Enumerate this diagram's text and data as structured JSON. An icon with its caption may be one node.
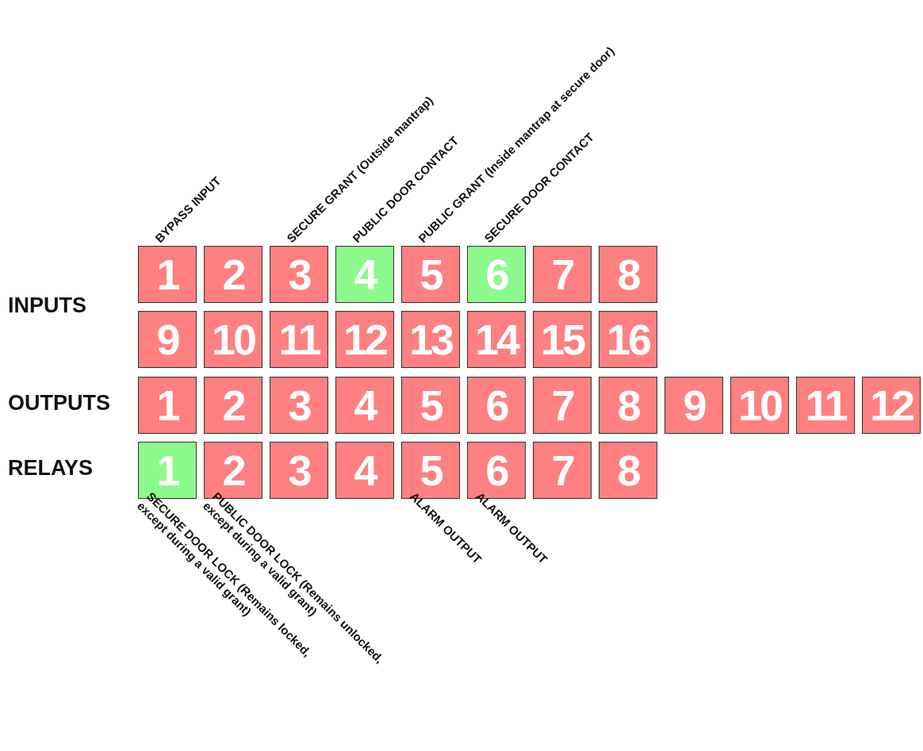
{
  "diagram": {
    "nodes": [
      {
        "text": [
          "1"
        ],
        "beside": [
          "BYPASS INPUT"
        ]
      },
      {
        "text": [
          "2"
        ]
      },
      {
        "text": [
          "3"
        ],
        "beside": [
          "SECURE GRANT (Outside mantrap)"
        ]
      },
      {
        "text": [
          "4"
        ],
        "beside": [
          "PUBLIC DOOR CONTACT"
        ]
      },
      {
        "text": [
          "5"
        ],
        "beside": [
          "PUBLIC GRANT (Inside mantrap at secure door)"
        ]
      },
      {
        "text": [
          "6"
        ],
        "beside": [
          "SECURE DOOR CONTACT"
        ]
      },
      {
        "text": [
          "7"
        ]
      },
      {
        "text": [
          "8"
        ]
      },
      {
        "text": [
          "9"
        ]
      },
      {
        "text": [
          "10"
        ]
      },
      {
        "text": [
          "11"
        ]
      },
      {
        "text": [
          "12"
        ]
      },
      {
        "text": [
          "13"
        ]
      },
      {
        "text": [
          "14"
        ]
      },
      {
        "text": [
          "15"
        ]
      },
      {
        "text": [
          "16"
        ]
      },
      {
        "text": [
          "1"
        ]
      },
      {
        "text": [
          "2"
        ]
      },
      {
        "text": [
          "3"
        ]
      },
      {
        "text": [
          "4"
        ]
      },
      {
        "text": [
          "5"
        ]
      },
      {
        "text": [
          "6"
        ]
      },
      {
        "text": [
          "7"
        ]
      },
      {
        "text": [
          "8"
        ]
      },
      {
        "text": [
          "9"
        ]
      },
      {
        "text": [
          "10"
        ]
      },
      {
        "text": [
          "11"
        ]
      },
      {
        "text": [
          "12"
        ]
      },
      {
        "text": [
          "1"
        ],
        "beside": [
          "SECURE DOOR LOCK (Remains locked, except during a valid grant)"
        ]
      },
      {
        "text": [
          "2"
        ],
        "beside": [
          "PUBLIC DOOR LOCK (Remains unlocked, except during a valid grant)"
        ]
      },
      {
        "text": [
          "3"
        ]
      },
      {
        "text": [
          "4"
        ]
      },
      {
        "text": [
          "5"
        ],
        "beside": [
          "ALARM OUTPUT"
        ]
      },
      {
        "text": [
          "6"
        ],
        "beside": [
          "ALARM OUTPUT"
        ]
      },
      {
        "text": [
          "7"
        ]
      },
      {
        "text": [
          "8"
        ]
      }
    ],
    "edges": [],
    "labels": [
      "INPUTS",
      "OUTPUTS",
      "RELAYS"
    ]
  }
}
